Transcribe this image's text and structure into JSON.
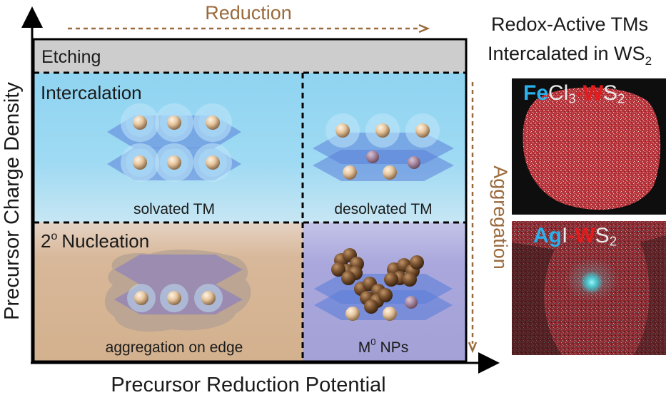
{
  "axes": {
    "x_label": "Precursor Reduction Potential",
    "y_label": "Precursor Charge Density"
  },
  "arrows": {
    "reduction": "Reduction",
    "aggregation": "Aggregation"
  },
  "regions": {
    "etching": "Etching",
    "intercalation": "Intercalation",
    "nucleation_superscript": "o",
    "nucleation_number": "2",
    "nucleation_text": "Nucleation",
    "solvated": "solvated TM",
    "desolvated": "desolvated TM",
    "aggregation_edge": "aggregation on edge",
    "m0_base": "M",
    "m0_sup": "0",
    "m0_rest": "NPs"
  },
  "side_panel": {
    "title_line1": "Redox-Active TMs",
    "title_line2_prefix": "Intercalated in WS",
    "title_line2_sub": "2",
    "image1": {
      "el1": "Fe",
      "mid": "Cl",
      "mid_sub": "3",
      "dash": "-",
      "el2": "W",
      "tail": "S",
      "tail_sub": "2"
    },
    "image2": {
      "el1": "Ag",
      "mid": "I",
      "dash": "-",
      "el2": "W",
      "tail": "S",
      "tail_sub": "2"
    }
  },
  "colors": {
    "etching_bg": "#cdcdcd",
    "intercalation_top": "#b8e4f7",
    "intercalation_bottom": "#8cd3f0",
    "nucleation_bg": "#d9b99b",
    "np_bg": "#a8a6d8",
    "arrow_brown": "#9b6a3c",
    "sheet_blue": "#5b7fd9",
    "particle": "#e8c9a2",
    "np_brown": "#6b4a2a",
    "micro_red": "#c9363c",
    "micro_cyan": "#3fe0e8"
  }
}
